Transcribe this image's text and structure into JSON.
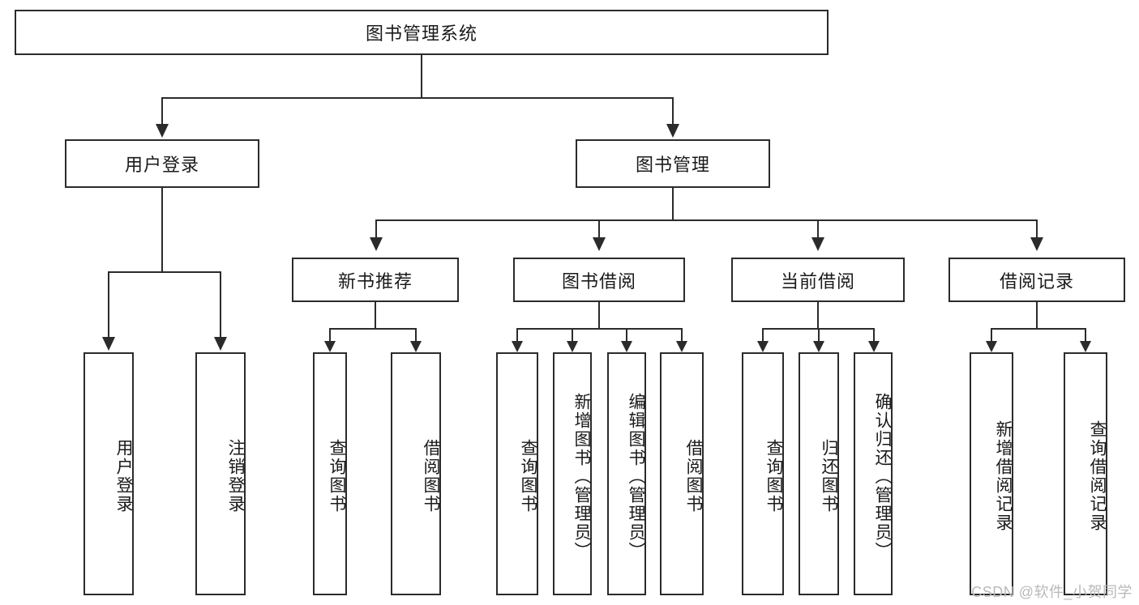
{
  "diagram": {
    "type": "tree-hierarchy",
    "title": "图书管理系统",
    "root": {
      "label": "图书管理系统"
    },
    "level2": [
      {
        "id": "user-login",
        "label": "用户登录"
      },
      {
        "id": "book-manage",
        "label": "图书管理"
      }
    ],
    "level3": [
      {
        "id": "new-book-recommend",
        "label": "新书推荐",
        "parent": "book-manage"
      },
      {
        "id": "book-borrow",
        "label": "图书借阅",
        "parent": "book-manage"
      },
      {
        "id": "current-borrow",
        "label": "当前借阅",
        "parent": "book-manage"
      },
      {
        "id": "borrow-record",
        "label": "借阅记录",
        "parent": "book-manage"
      }
    ],
    "leaves": [
      {
        "id": "leaf-user-login",
        "label": "用户登录",
        "parent": "user-login"
      },
      {
        "id": "leaf-logout-login",
        "label": "注销登录",
        "parent": "user-login"
      },
      {
        "id": "leaf-query-book-1",
        "label": "查询图书",
        "parent": "new-book-recommend"
      },
      {
        "id": "leaf-borrow-book-1",
        "label": "借阅图书",
        "parent": "new-book-recommend"
      },
      {
        "id": "leaf-query-book-2",
        "label": "查询图书",
        "parent": "book-borrow"
      },
      {
        "id": "leaf-add-book",
        "label": "新增图书（管理员）",
        "parent": "book-borrow"
      },
      {
        "id": "leaf-edit-book",
        "label": "编辑图书（管理员）",
        "parent": "book-borrow"
      },
      {
        "id": "leaf-borrow-book-2",
        "label": "借阅图书",
        "parent": "book-borrow"
      },
      {
        "id": "leaf-query-book-3",
        "label": "查询图书",
        "parent": "current-borrow"
      },
      {
        "id": "leaf-return-book",
        "label": "归还图书",
        "parent": "current-borrow"
      },
      {
        "id": "leaf-confirm-return",
        "label": "确认归还（管理员）",
        "parent": "current-borrow"
      },
      {
        "id": "leaf-add-record",
        "label": "新增借阅记录",
        "parent": "borrow-record"
      },
      {
        "id": "leaf-query-record",
        "label": "查询借阅记录",
        "parent": "borrow-record"
      }
    ],
    "colors": {
      "border": "#2b2b2b",
      "text": "#1a1a1a",
      "background": "#ffffff",
      "connector": "#2b2b2b",
      "watermark": "#b9b9b9"
    }
  },
  "watermark": {
    "text": "CSDN @软件_小贺同学"
  }
}
